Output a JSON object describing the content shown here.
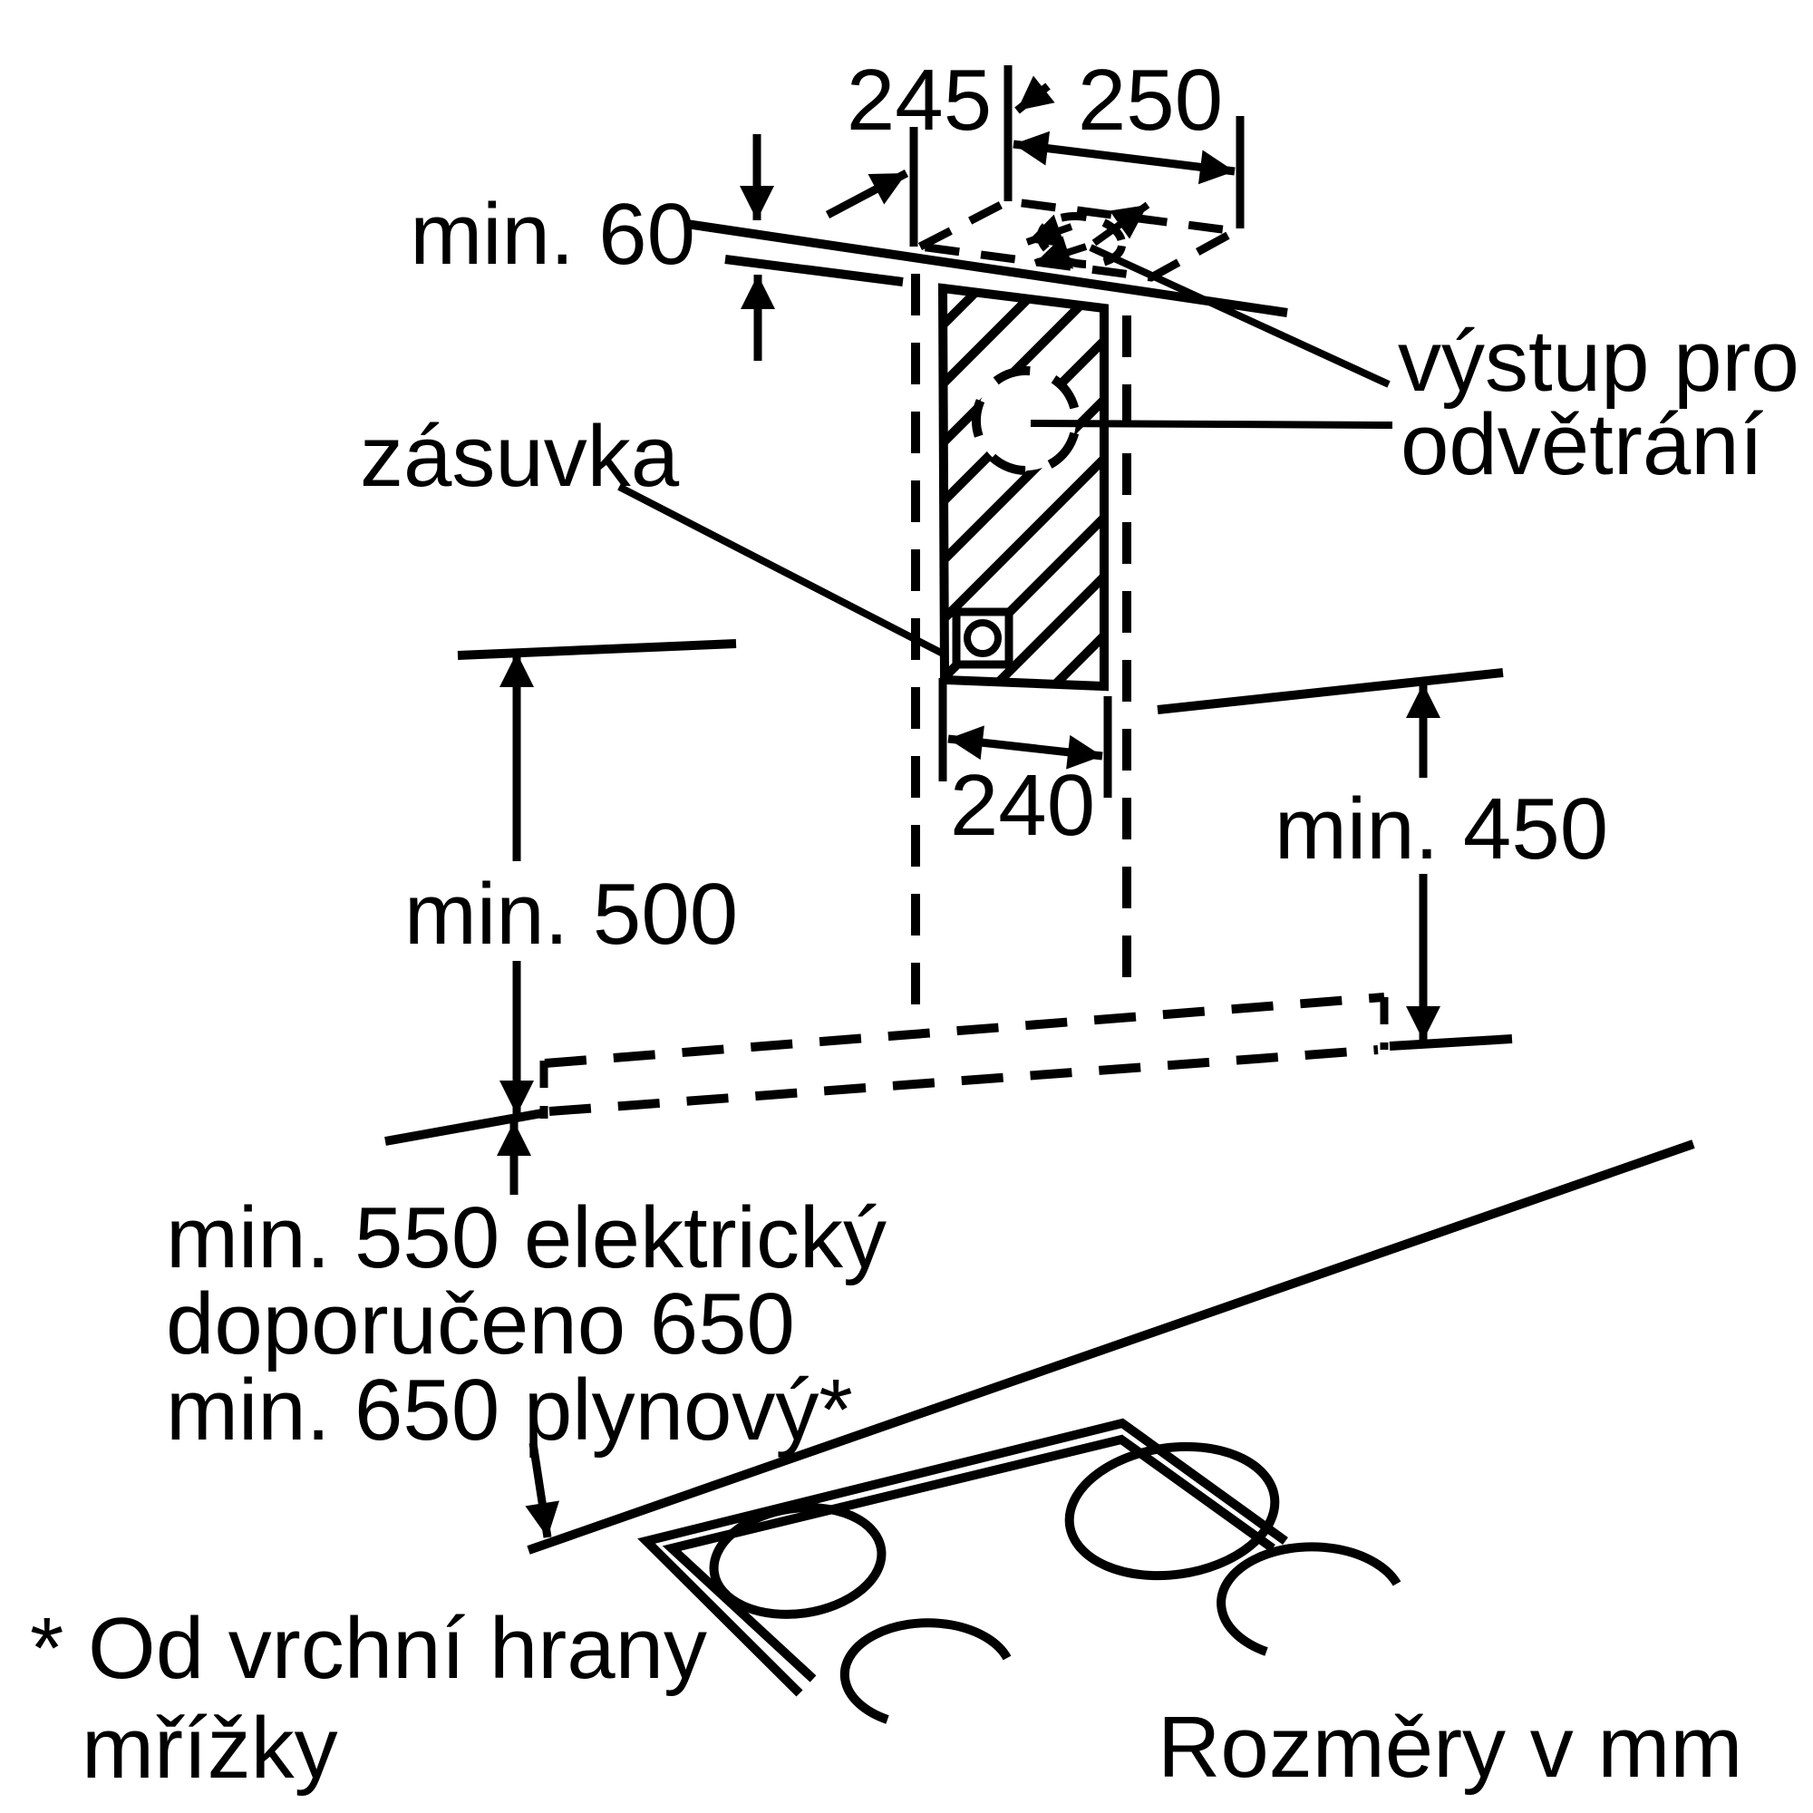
{
  "figure": {
    "type": "installation-dimension-diagram",
    "units_note": "Rozměry v mm",
    "colors": {
      "line": "#000000",
      "background": "#ffffff"
    },
    "labels": {
      "dim_245": "245",
      "dim_250": "250",
      "dim_min60": "min. 60",
      "socket": "zásuvka",
      "vent_line1": "výstup pro",
      "vent_line2": "odvětrání",
      "dim_240": "240",
      "dim_min500": "min. 500",
      "dim_min450": "min. 450",
      "clearance_line1": "min. 550 elektrický",
      "clearance_line2": "doporučeno 650",
      "clearance_line3": "min. 650 plynový*",
      "footnote_line1": "* Od vrchní hrany",
      "footnote_line2": "mřížky"
    }
  }
}
